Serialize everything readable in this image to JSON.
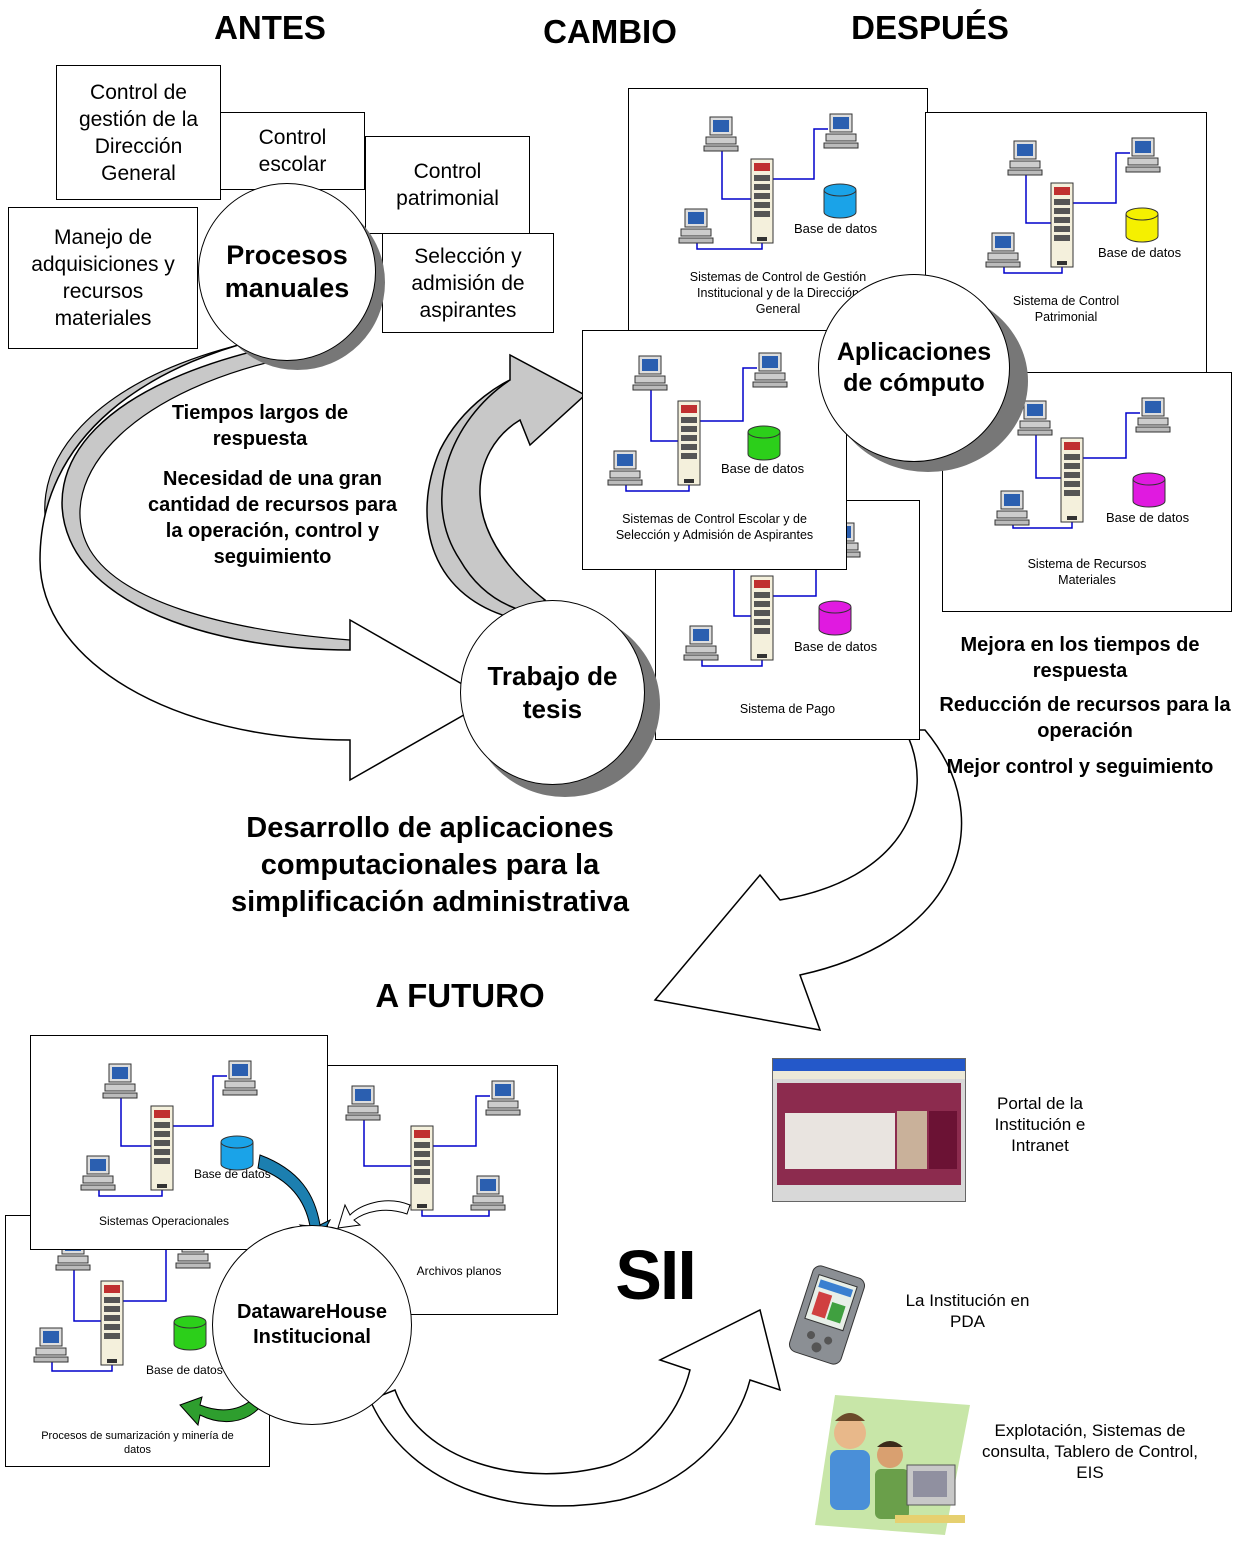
{
  "headers": {
    "antes": "ANTES",
    "cambio": "CAMBIO",
    "despues": "DESPUÉS",
    "futuro": "A FUTURO"
  },
  "antes_boxes": {
    "direccion": "Control de gestión de la Dirección General",
    "escolar": "Control escolar",
    "patrimonial": "Control patrimonial",
    "adquisiciones": "Manejo de adquisiciones y recursos materiales",
    "seleccion": "Selección y admisión de aspirantes"
  },
  "circles": {
    "procesos": "Procesos manuales",
    "aplicaciones": "Aplicaciones de cómputo",
    "tesis": "Trabajo de tesis",
    "datawarehouse": "DatawareHouse Institucional"
  },
  "antes_problems": {
    "line1": "Tiempos largos de respuesta",
    "line2": "Necesidad de una gran cantidad de recursos para la operación, control y seguimiento"
  },
  "despues_benefits": {
    "line1": "Mejora en los tiempos de respuesta",
    "line2": "Reducción de recursos para la operación",
    "line3": "Mejor control y seguimiento"
  },
  "cambio_caption": "Desarrollo de aplicaciones computacionales para la simplificación administrativa",
  "db_label": "Base de datos",
  "systems": {
    "gestion": "Sistemas de Control de Gestión Institucional y de la Dirección General",
    "patrimonial": "Sistema de Control Patrimonial",
    "escolar": "Sistemas de Control Escolar y de Selección y Admisión de Aspirantes",
    "recursos": "Sistema de Recursos Materiales",
    "pago": "Sistema de Pago",
    "operacionales": "Sistemas Operacionales",
    "archivos": "Archivos planos",
    "sumarizacion": "Procesos de sumarización y minería de datos"
  },
  "sii": "SII",
  "outputs": {
    "portal": "Portal de la Institución e Intranet",
    "pda": "La Institución en PDA",
    "explotacion": "Explotación, Sistemas de consulta, Tablero de Control, EIS"
  },
  "colors": {
    "db_cyan": "#1aa3e8",
    "db_yellow": "#f5f000",
    "db_green": "#2ccf1a",
    "db_magenta": "#e01ae0",
    "net_blue": "#0000cc",
    "arrow_green": "#2e9e2e",
    "arrow_teal": "#1c7fb0"
  }
}
